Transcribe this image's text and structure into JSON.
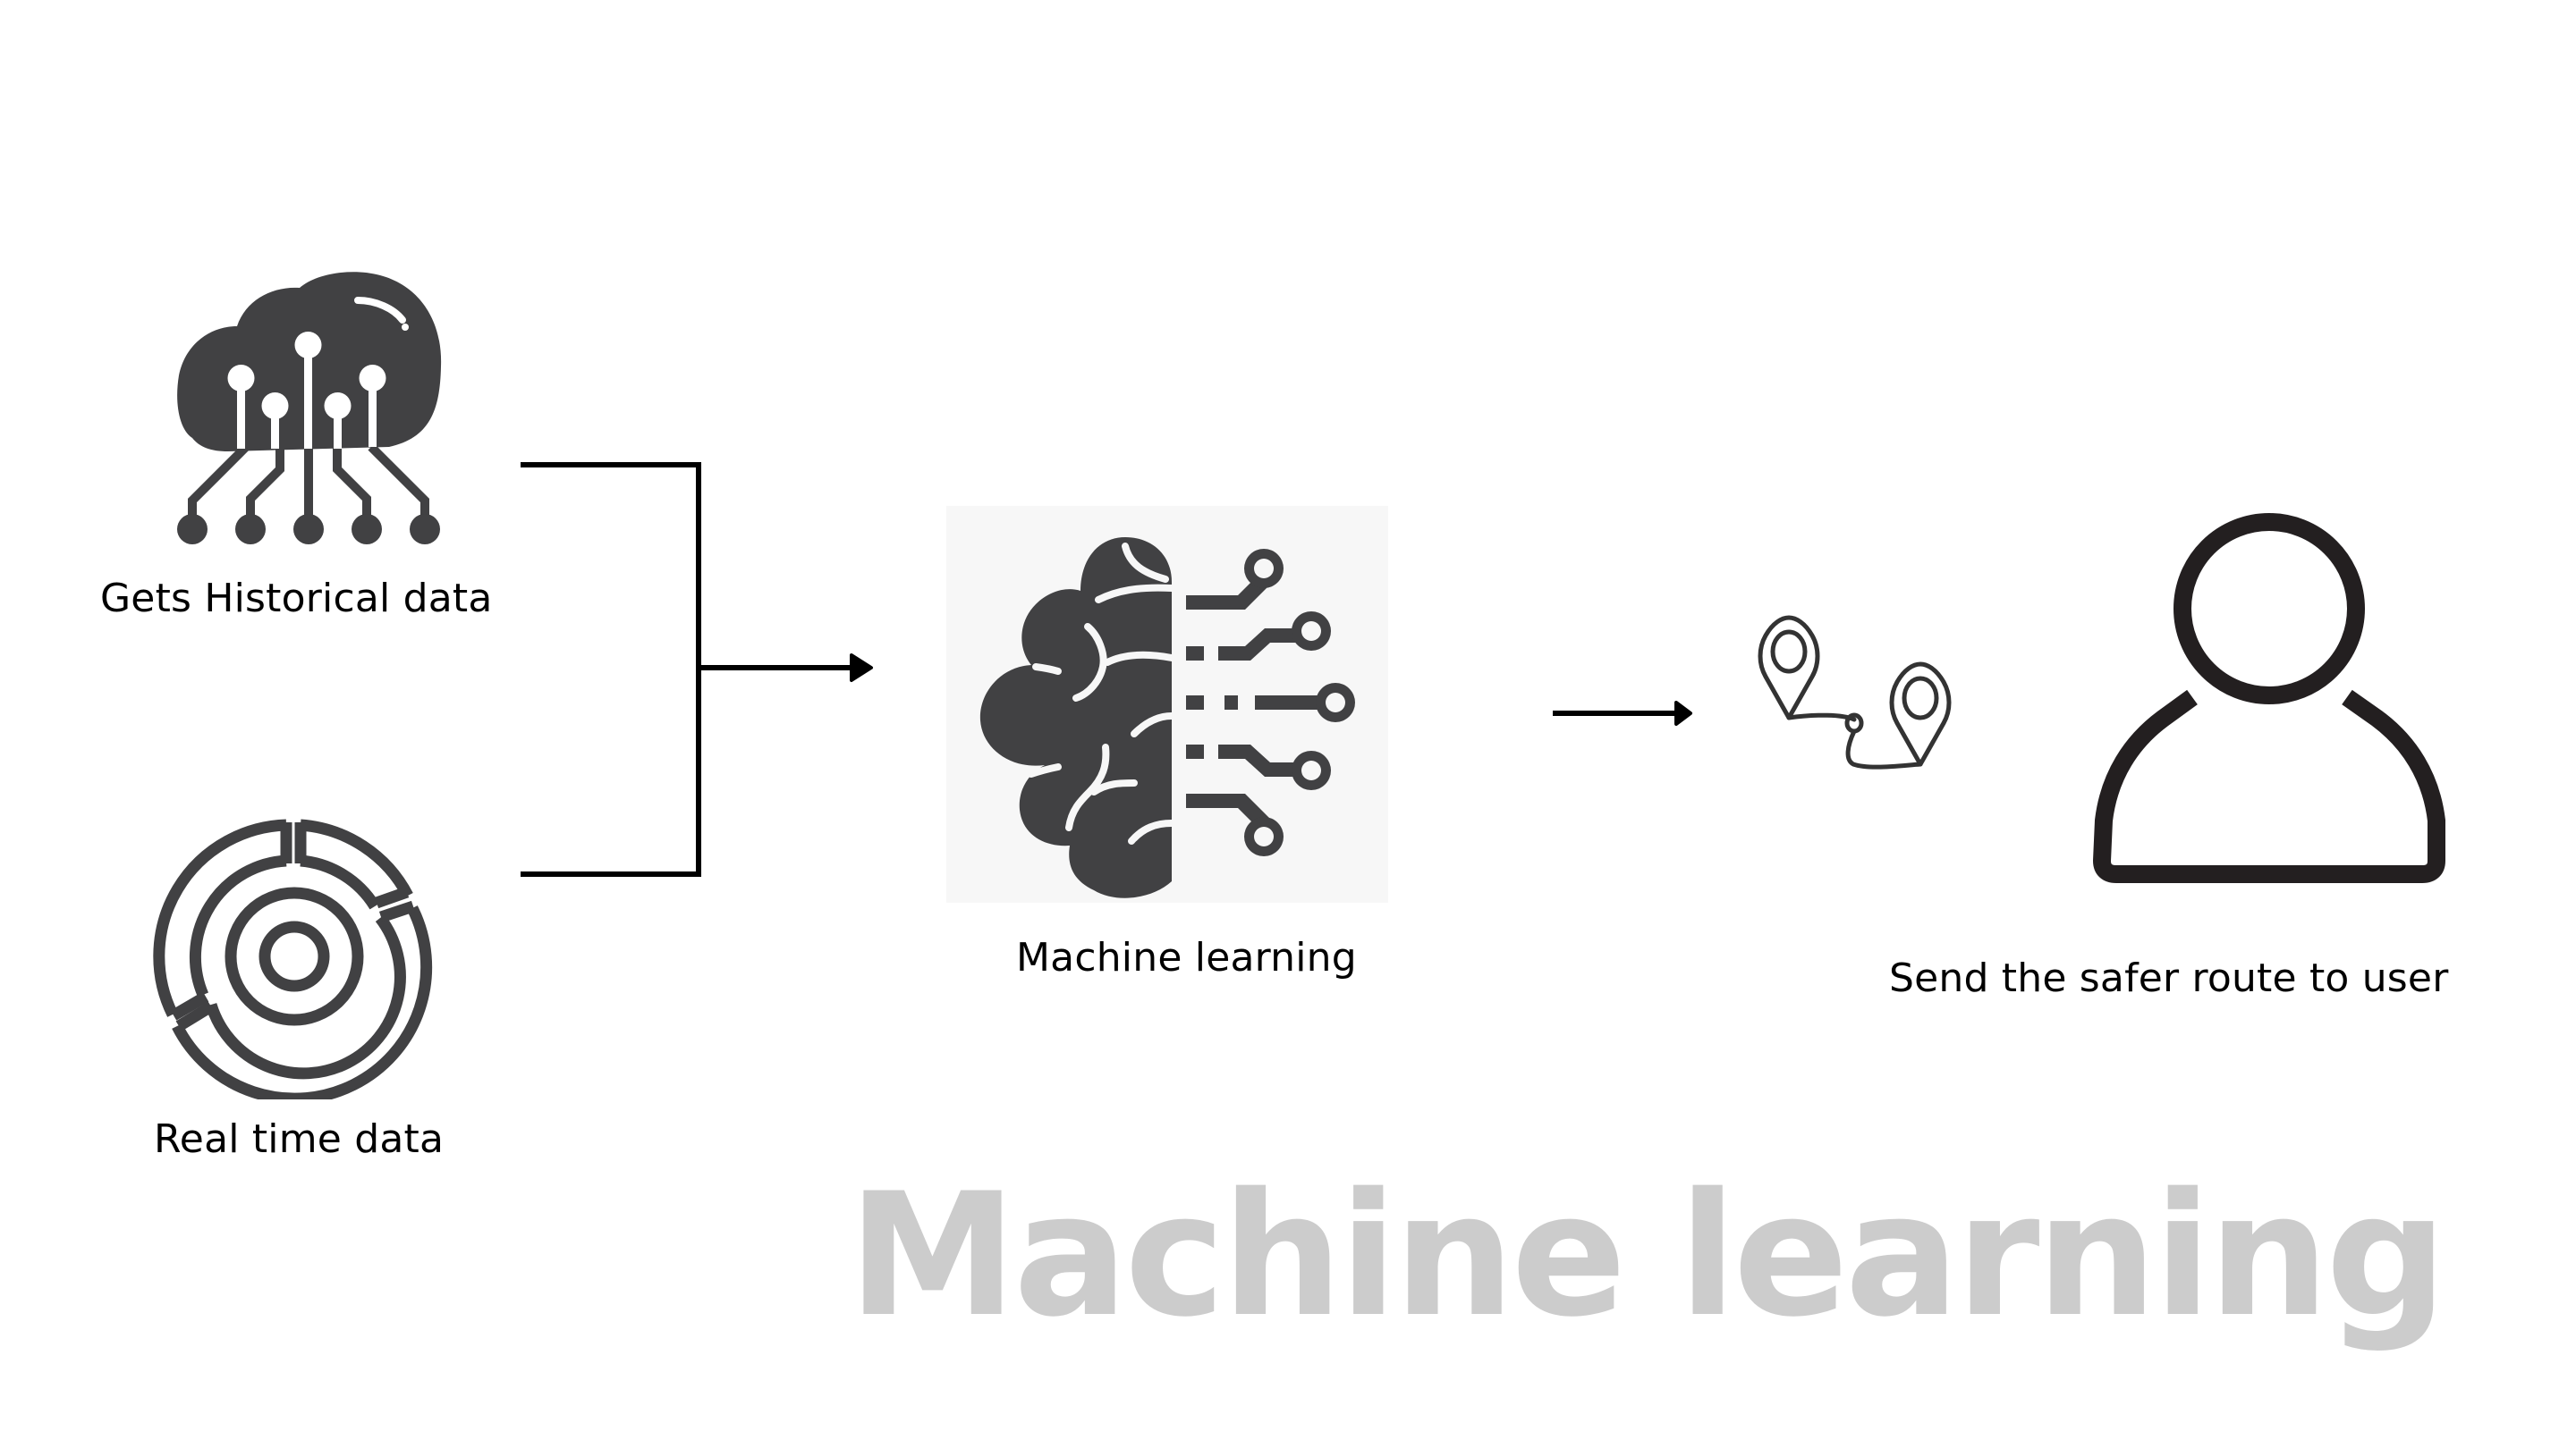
{
  "diagram": {
    "title": "Machine learning",
    "colors": {
      "icon_fill": "#414143",
      "user_icon": "#231f20",
      "connector": "#000000",
      "watermark": "#cccccc",
      "panel_bg": "#f7f7f7"
    },
    "nodes": {
      "historical": {
        "label": "Gets Historical data",
        "icon": "cloud-network-icon"
      },
      "realtime": {
        "label": "Real time data",
        "icon": "circular-maze-icon"
      },
      "ml": {
        "label": "Machine learning",
        "icon": "brain-circuit-icon"
      },
      "route": {
        "icon": "route-pins-icon"
      },
      "user": {
        "label": "Send the safer route to user",
        "icon": "user-icon"
      }
    },
    "edges": [
      {
        "from": "historical",
        "to": "ml"
      },
      {
        "from": "realtime",
        "to": "ml"
      },
      {
        "from": "ml",
        "to": "user"
      }
    ]
  }
}
